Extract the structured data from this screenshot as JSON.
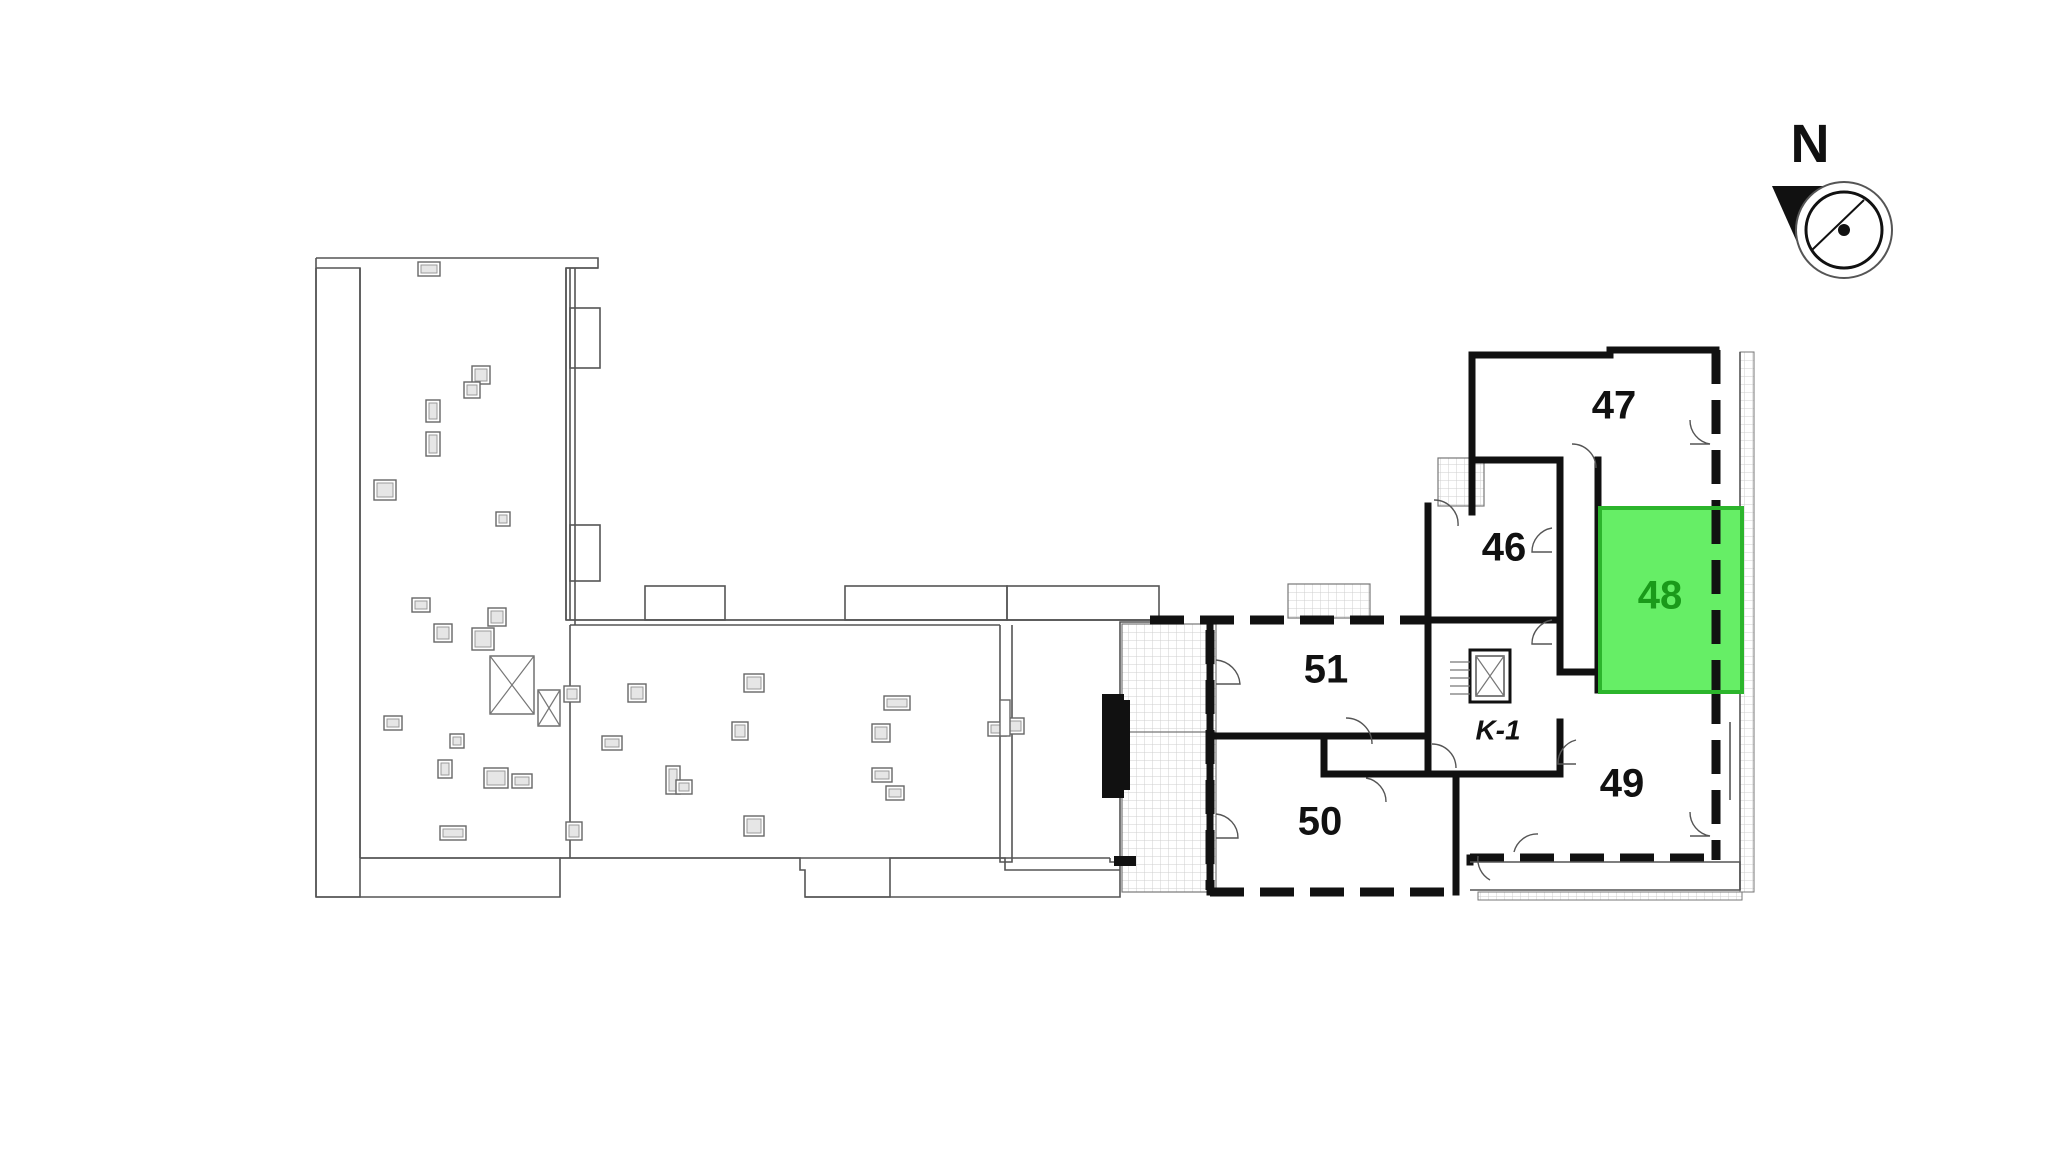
{
  "compass": {
    "label": "N"
  },
  "units": [
    {
      "id": "unit-47",
      "label": "47",
      "selected": false
    },
    {
      "id": "unit-46",
      "label": "46",
      "selected": false
    },
    {
      "id": "unit-48",
      "label": "48",
      "selected": true
    },
    {
      "id": "unit-51",
      "label": "51",
      "selected": false
    },
    {
      "id": "unit-49",
      "label": "49",
      "selected": false
    },
    {
      "id": "unit-50",
      "label": "50",
      "selected": false
    }
  ],
  "stair": {
    "label": "K-1"
  },
  "colors": {
    "selected_fill": "#66ee66",
    "selected_stroke": "#2cb52c",
    "selected_text": "#1a9a1a",
    "wall": "#111111",
    "hatch": "#d8d8d8"
  }
}
